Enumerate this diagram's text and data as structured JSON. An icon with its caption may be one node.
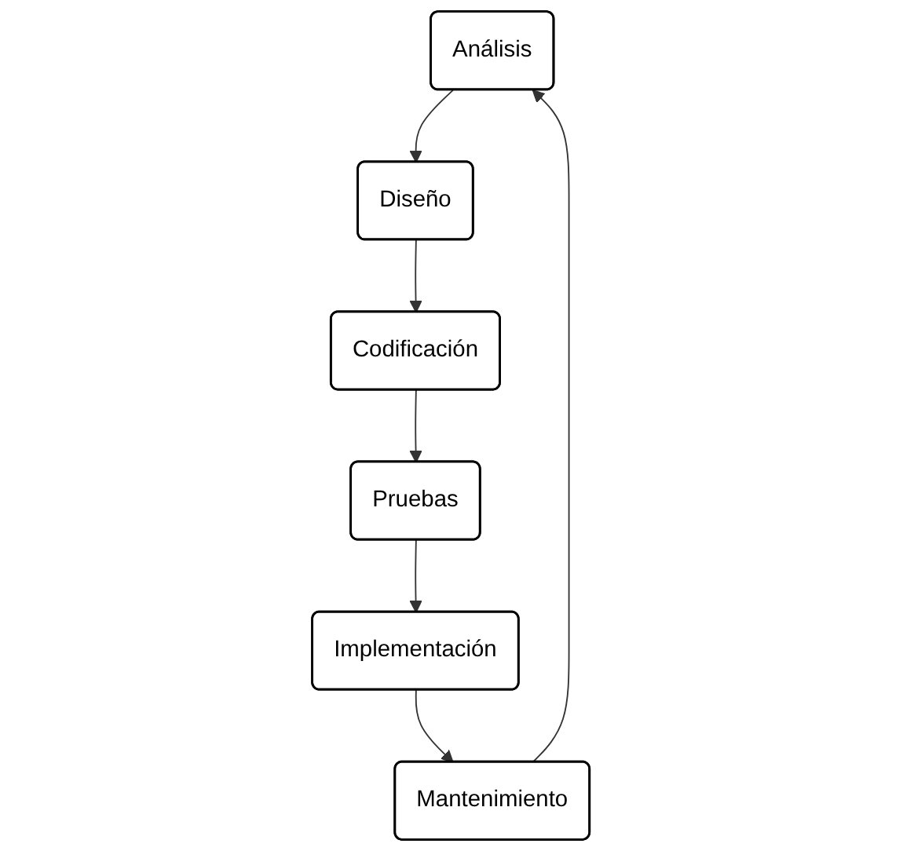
{
  "diagram": {
    "nodes": [
      {
        "text": [
          "Análisis"
        ]
      },
      {
        "text": [
          "Diseño"
        ]
      },
      {
        "text": [
          "Codificación"
        ]
      },
      {
        "text": [
          "Pruebas"
        ]
      },
      {
        "text": [
          "Implementación"
        ]
      },
      {
        "text": [
          "Mantenimiento"
        ]
      }
    ],
    "edges": [
      {
        "from": 0,
        "to": 1,
        "arrow": "to"
      },
      {
        "from": 1,
        "to": 2,
        "arrow": "to"
      },
      {
        "from": 2,
        "to": 3,
        "arrow": "to"
      },
      {
        "from": 3,
        "to": 4,
        "arrow": "to"
      },
      {
        "from": 4,
        "to": 5,
        "arrow": "to"
      },
      {
        "from": 5,
        "to": 0,
        "arrow": "to"
      }
    ]
  }
}
